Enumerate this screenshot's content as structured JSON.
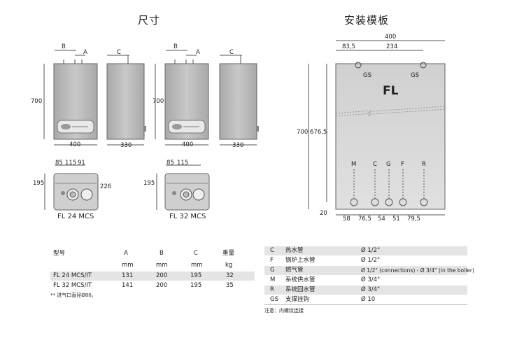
{
  "titles": {
    "dimensions": "尺寸",
    "template": "安装模板"
  },
  "front_views": {
    "dim_b": "B",
    "dim_a": "A",
    "dim_c": "C",
    "height": "700",
    "width_front": "400",
    "width_side": "330"
  },
  "bottom_views": {
    "dim_85": "85",
    "dim_115": "115",
    "dim_91": "91",
    "depth_195": "195",
    "depth_226": "226",
    "model_24": "FL 24 MCS",
    "model_32": "FL 32 MCS"
  },
  "template": {
    "total_width": "400",
    "left_offset": "83,5",
    "gs_span": "234",
    "gs_left": "GS",
    "gs_right": "GS",
    "brand": "FL",
    "height_total": "700",
    "height_inner": "676,5",
    "bottom_offset": "20",
    "connections": [
      "M",
      "C",
      "G",
      "F",
      "R"
    ],
    "spacings": [
      "58",
      "76,5",
      "54",
      "51",
      "79,5"
    ]
  },
  "spec_table": {
    "headers": [
      "型号",
      "A",
      "B",
      "C",
      "重量"
    ],
    "units": [
      "mm",
      "mm",
      "mm",
      "kg"
    ],
    "rows": [
      [
        "FL 24 MCS/IT",
        "131",
        "200",
        "195",
        "32"
      ],
      [
        "FL 32 MCS/IT",
        "141",
        "200",
        "195",
        "35"
      ]
    ],
    "footnote": "**  进气口直径Ø80。"
  },
  "connections_table": {
    "rows": [
      [
        "C",
        "热水管",
        "Ø 1/2\""
      ],
      [
        "F",
        "锅炉上水管",
        "Ø 1/2\""
      ],
      [
        "G",
        "燃气管",
        "Ø 1/2\" (connections) - Ø 3/4\" (in the boiler)"
      ],
      [
        "M",
        "系统供水管",
        "Ø 3/4\""
      ],
      [
        "R",
        "系统回水管",
        "Ø 3/4\""
      ],
      [
        "GS",
        "支撑挂钩",
        "Ø 10"
      ]
    ],
    "note": "注意：内螺纹连接"
  },
  "colors": {
    "panel": "#bcbcbc",
    "panel_light": "#d4d4d4",
    "line": "#555555",
    "shade": "#e4e4e4"
  }
}
